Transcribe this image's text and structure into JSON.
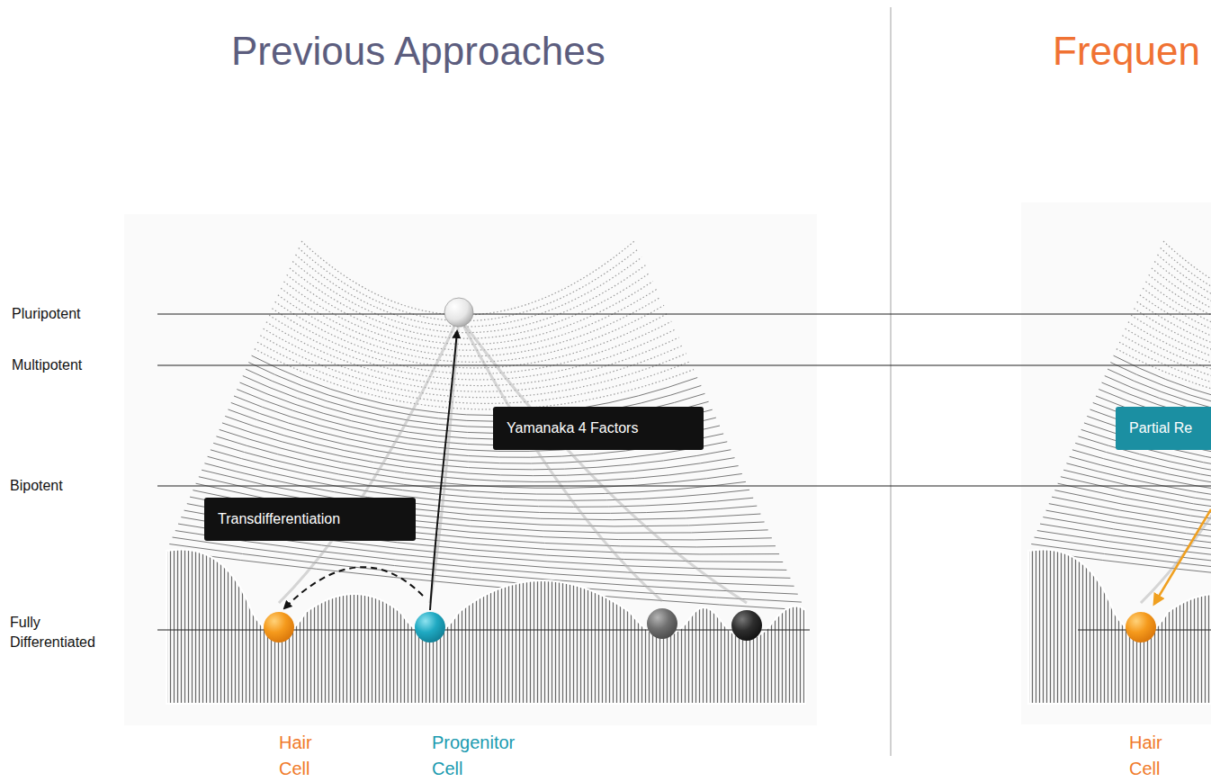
{
  "diagram": {
    "title": "Previous Approaches",
    "nodes": [
      {
        "text": [
          "Yamanaka 4 Factors"
        ]
      },
      {
        "text": [
          "Transdifferentiation"
        ]
      },
      {
        "text": [
          "Partial Re"
        ]
      }
    ],
    "labels": [
      "Frequen",
      "Pluripotent",
      "Multipotent",
      "Bipotent",
      "Fully Differentiated",
      "Hair Cell",
      "Progenitor Cell",
      "Hair Cell"
    ]
  }
}
